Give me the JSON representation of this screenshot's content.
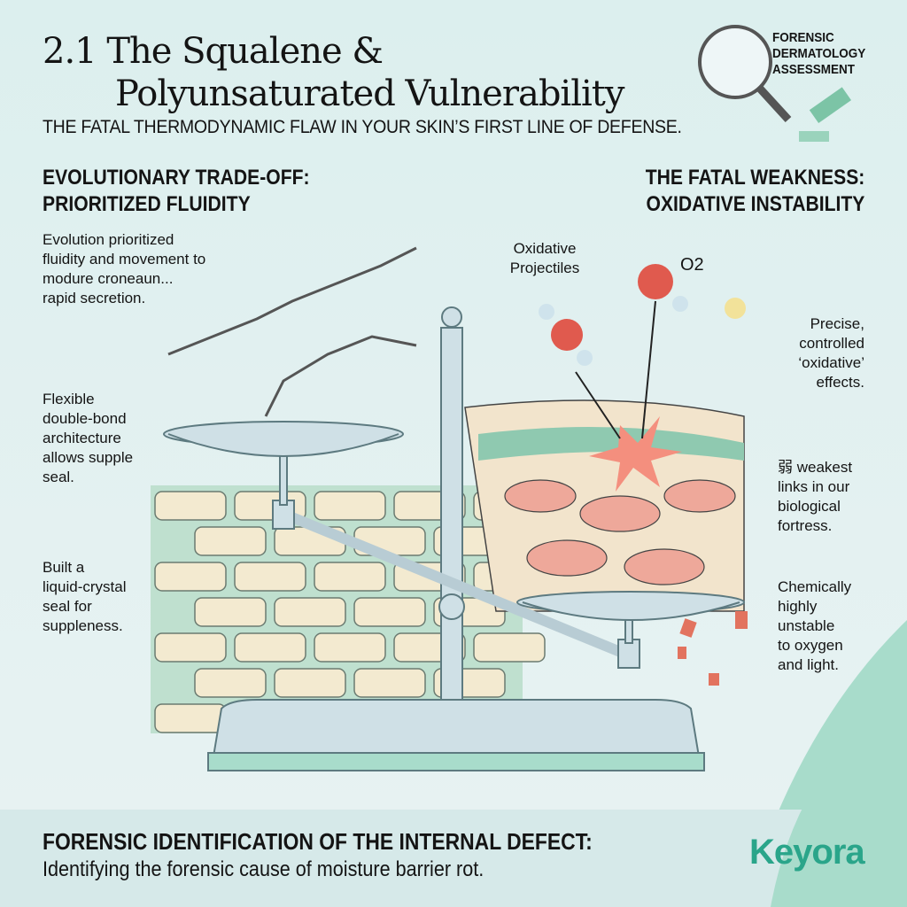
{
  "header": {
    "title_line1": "2.1 The Squalene &",
    "title_line2": "Polyunsaturated Vulnerability",
    "subtitle": "THE FATAL THERMODYNAMIC FLAW IN YOUR SKIN’S FIRST LINE OF DEFENSE.",
    "badge": [
      "FORENSIC",
      "DERMATOLOGY",
      "ASSESSMENT"
    ]
  },
  "left": {
    "heading": [
      "EVOLUTIONARY TRADE-OFF:",
      "PRIORITIZED FLUIDITY"
    ],
    "notes": [
      [
        "Evolution prioritized",
        "fluidity and movement to",
        "modure croneaun...",
        "rapid secretion."
      ],
      [
        "Flexible",
        "double-bond",
        "architecture",
        "allows supple",
        "seal."
      ],
      [
        "Built a",
        "liquid-crystal",
        "seal for",
        "suppleness."
      ]
    ]
  },
  "right": {
    "heading": [
      "THE FATAL WEAKNESS:",
      "OXIDATIVE INSTABILITY"
    ],
    "projectiles": [
      "Oxidative",
      "Projectiles"
    ],
    "o2": "O2",
    "notes": [
      [
        "Precise,",
        "controlled",
        "‘oxidative’",
        "effects."
      ],
      [
        "弱 weakest",
        "links in our",
        "biological",
        "fortress."
      ],
      [
        "Chemically",
        "highly",
        "unstable",
        "to oxygen",
        "and light."
      ]
    ]
  },
  "footer": {
    "heading": "FORENSIC IDENTIFICATION OF THE INTERNAL DEFECT:",
    "subtext": "Identifying the forensic cause of moisture barrier rot.",
    "logo": "Keyora"
  },
  "colors": {
    "accent": "#2aa58a",
    "brick": "#f3ead0",
    "mortar": "#bfe0cf",
    "damage": "#e2735f"
  }
}
